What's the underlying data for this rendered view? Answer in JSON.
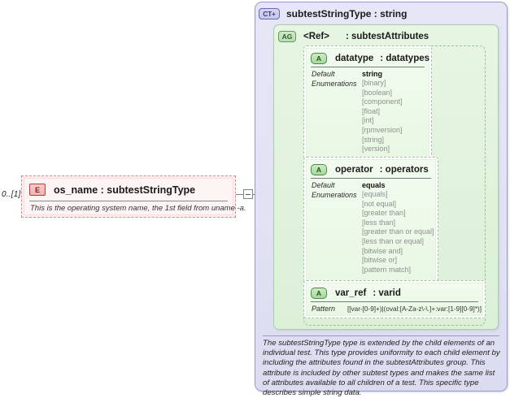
{
  "element": {
    "cardinality": "0..[1]",
    "badge": "E",
    "badge_icon": "element-badge-icon",
    "name": "os_name : subtestStringType",
    "documentation": "This is the operating system name, the 1st field from uname -a."
  },
  "connector": {
    "expander_icon": "minus-expander-icon",
    "expander_symbol": "−"
  },
  "type": {
    "badge": "CT+",
    "badge_icon": "complextype-badge-icon",
    "name": "subtestStringType : string",
    "documentation": "The subtestStringType type is extended by the child elements of an individual test.  This type provides uniformity to each child element by including the attributes found in the subtestAttributes group.  This attribute is included by other subtest types and makes the same list of attributes available to all children of a test.  This specific type describes simple string data."
  },
  "attribute_group": {
    "badge": "AG",
    "badge_icon": "attributegroup-badge-icon",
    "ref": "<Ref>",
    "type": ": subtestAttributes"
  },
  "attributes": [
    {
      "badge": "A",
      "badge_icon": "attribute-badge-icon",
      "name": "datatype",
      "type": ": datatypes",
      "facets": [
        {
          "label": "Default",
          "value": "string"
        },
        {
          "label": "Enumerations",
          "value": ""
        }
      ],
      "enumerations": [
        "[binary]",
        "[boolean]",
        "[component]",
        "[float]",
        "[int]",
        "[rpmversion]",
        "[string]",
        "[version]"
      ]
    },
    {
      "badge": "A",
      "badge_icon": "attribute-badge-icon",
      "name": "operator",
      "type": ": operators",
      "facets": [
        {
          "label": "Default",
          "value": "equals"
        },
        {
          "label": "Enumerations",
          "value": ""
        }
      ],
      "enumerations": [
        "[equals]",
        "[not equal]",
        "[greater than]",
        "[less than]",
        "[greater than or equal]",
        "[less than or equal]",
        "[bitwise and]",
        "[bitwise or]",
        "[pattern match]"
      ]
    },
    {
      "badge": "A",
      "badge_icon": "attribute-badge-icon",
      "name": "var_ref",
      "type": ": varid",
      "facets": [
        {
          "label": "Pattern",
          "value": "[[var-[0-9]+)|(oval:[A-Za-z\\-\\.]+:var:[1-9][0-9]*)]"
        }
      ],
      "enumerations": []
    }
  ],
  "colors": {
    "element_fill": "#fdf4f4",
    "element_border": "#d98b8b",
    "type_fill": "#e2e2f4",
    "type_border": "#9a9ad0",
    "group_fill": "#e1f2dd",
    "group_border": "#a8cfa8",
    "attr_fill": "#eef9ea",
    "enum_text": "#8f8f8f",
    "connector_line": "#808080"
  }
}
